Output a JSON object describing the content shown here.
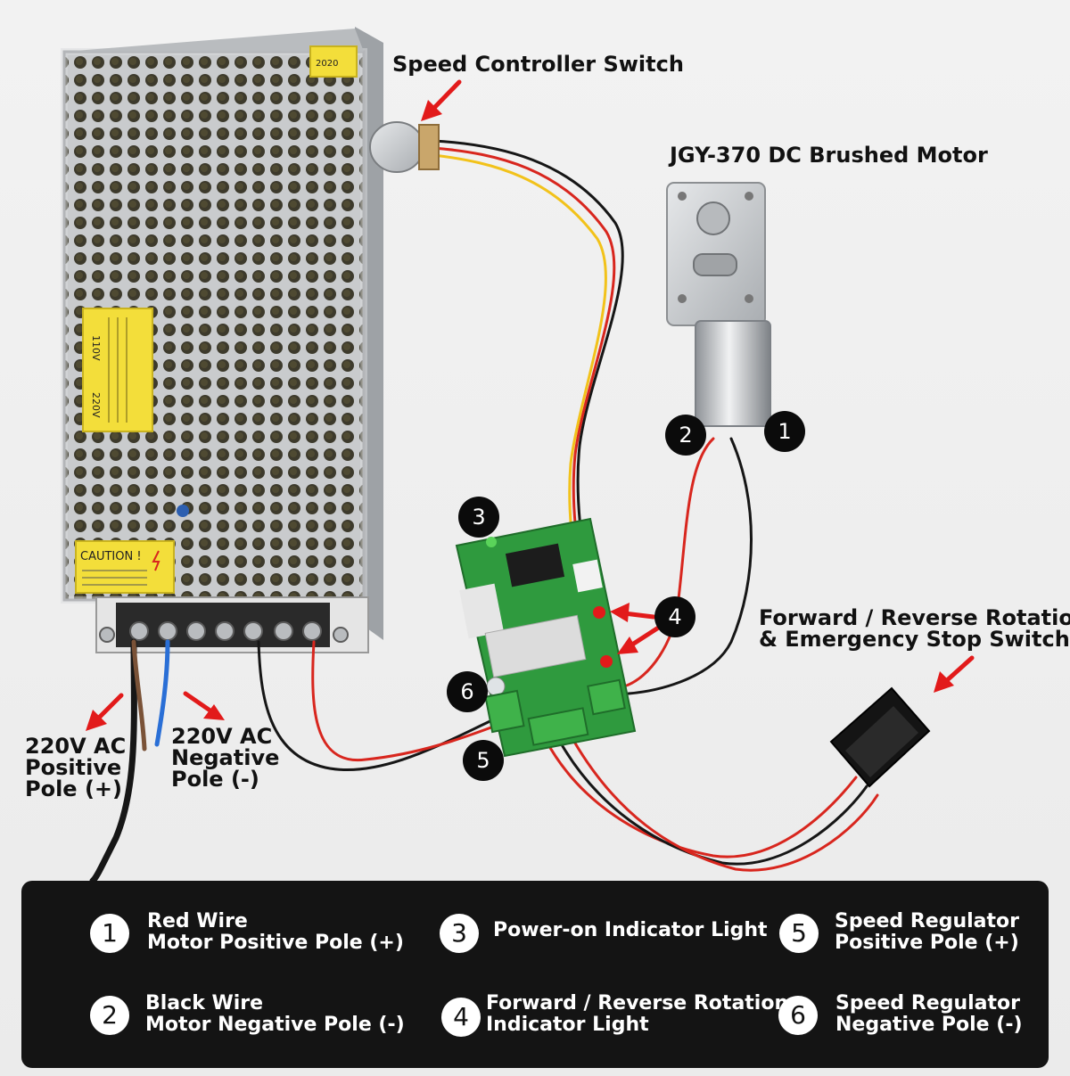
{
  "labels": {
    "speed_switch": "Speed Controller Switch",
    "motor": "JGY-370 DC Brushed Motor",
    "rotation_switch_line1": "Forward / Reverse Rotation",
    "rotation_switch_line2": "& Emergency Stop Switch",
    "ac_positive_line1": "220V AC",
    "ac_positive_line2": "Positive",
    "ac_positive_line3": "Pole (+)",
    "ac_negative_line1": "220V AC",
    "ac_negative_line2": "Negative",
    "ac_negative_line3": "Pole (-)"
  },
  "device_text": {
    "psu_sticker_top": "2020",
    "caution": "CAUTION !",
    "voltage_110": "110V",
    "voltage_220": "220V"
  },
  "markers": [
    "1",
    "2",
    "3",
    "4",
    "5",
    "6"
  ],
  "legend": [
    {
      "num": "1",
      "line1": "Red Wire",
      "line2": "Motor Positive Pole (+)"
    },
    {
      "num": "2",
      "line1": "Black Wire",
      "line2": "Motor Negative Pole (-)"
    },
    {
      "num": "3",
      "line1": "Power-on Indicator Light",
      "line2": ""
    },
    {
      "num": "4",
      "line1": "Forward / Reverse Rotation",
      "line2": "Indicator Light"
    },
    {
      "num": "5",
      "line1": "Speed Regulator",
      "line2": "Positive Pole (+)"
    },
    {
      "num": "6",
      "line1": "Speed Regulator",
      "line2": "Negative Pole (-)"
    }
  ],
  "colors": {
    "arrow": "#e21a1a",
    "wire_red": "#d8261e",
    "wire_black": "#161616",
    "wire_yellow": "#f2c21a",
    "wire_blue": "#2a6fd6",
    "wire_brown": "#7a5237",
    "pcb_green": "#2f9a3e",
    "terminal_green": "#3fb24a",
    "psu_sticker": "#f3de3a",
    "legend_bg": "#141414"
  }
}
